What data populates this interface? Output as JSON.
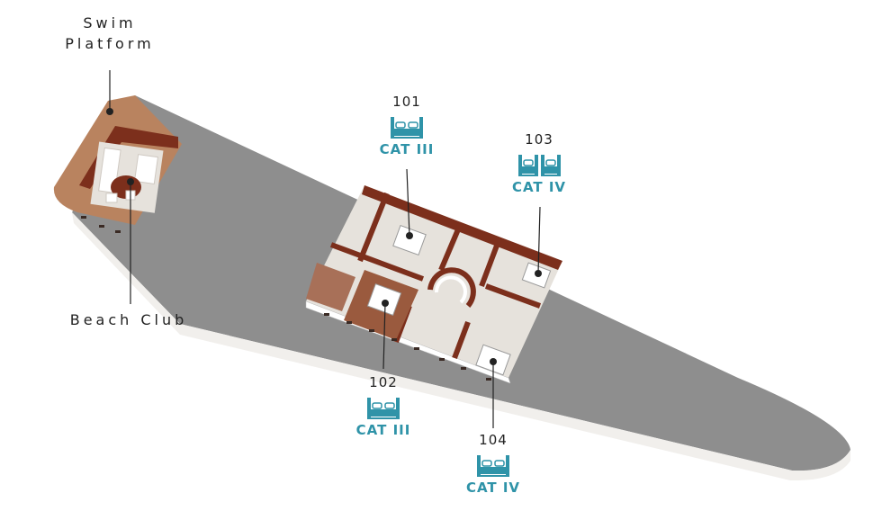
{
  "labels": {
    "swim_platform_line1": "Swim",
    "swim_platform_line2": "Platform",
    "beach_club": "Beach Club"
  },
  "cabins": [
    {
      "number": "101",
      "category": "CAT III",
      "beds": "double"
    },
    {
      "number": "102",
      "category": "CAT III",
      "beds": "double"
    },
    {
      "number": "103",
      "category": "CAT IV",
      "beds": "twin"
    },
    {
      "number": "104",
      "category": "CAT IV",
      "beds": "double"
    }
  ],
  "icons": {
    "double": "double-bed-icon",
    "twin": "twin-bed-icon"
  },
  "colors": {
    "hull": "#8e8e8e",
    "deck_wood": "#b9835f",
    "wall_wood": "#7c2f1c",
    "floor_light": "#e6e2dc",
    "accent_teal": "#2f93a8",
    "line": "#222222"
  }
}
